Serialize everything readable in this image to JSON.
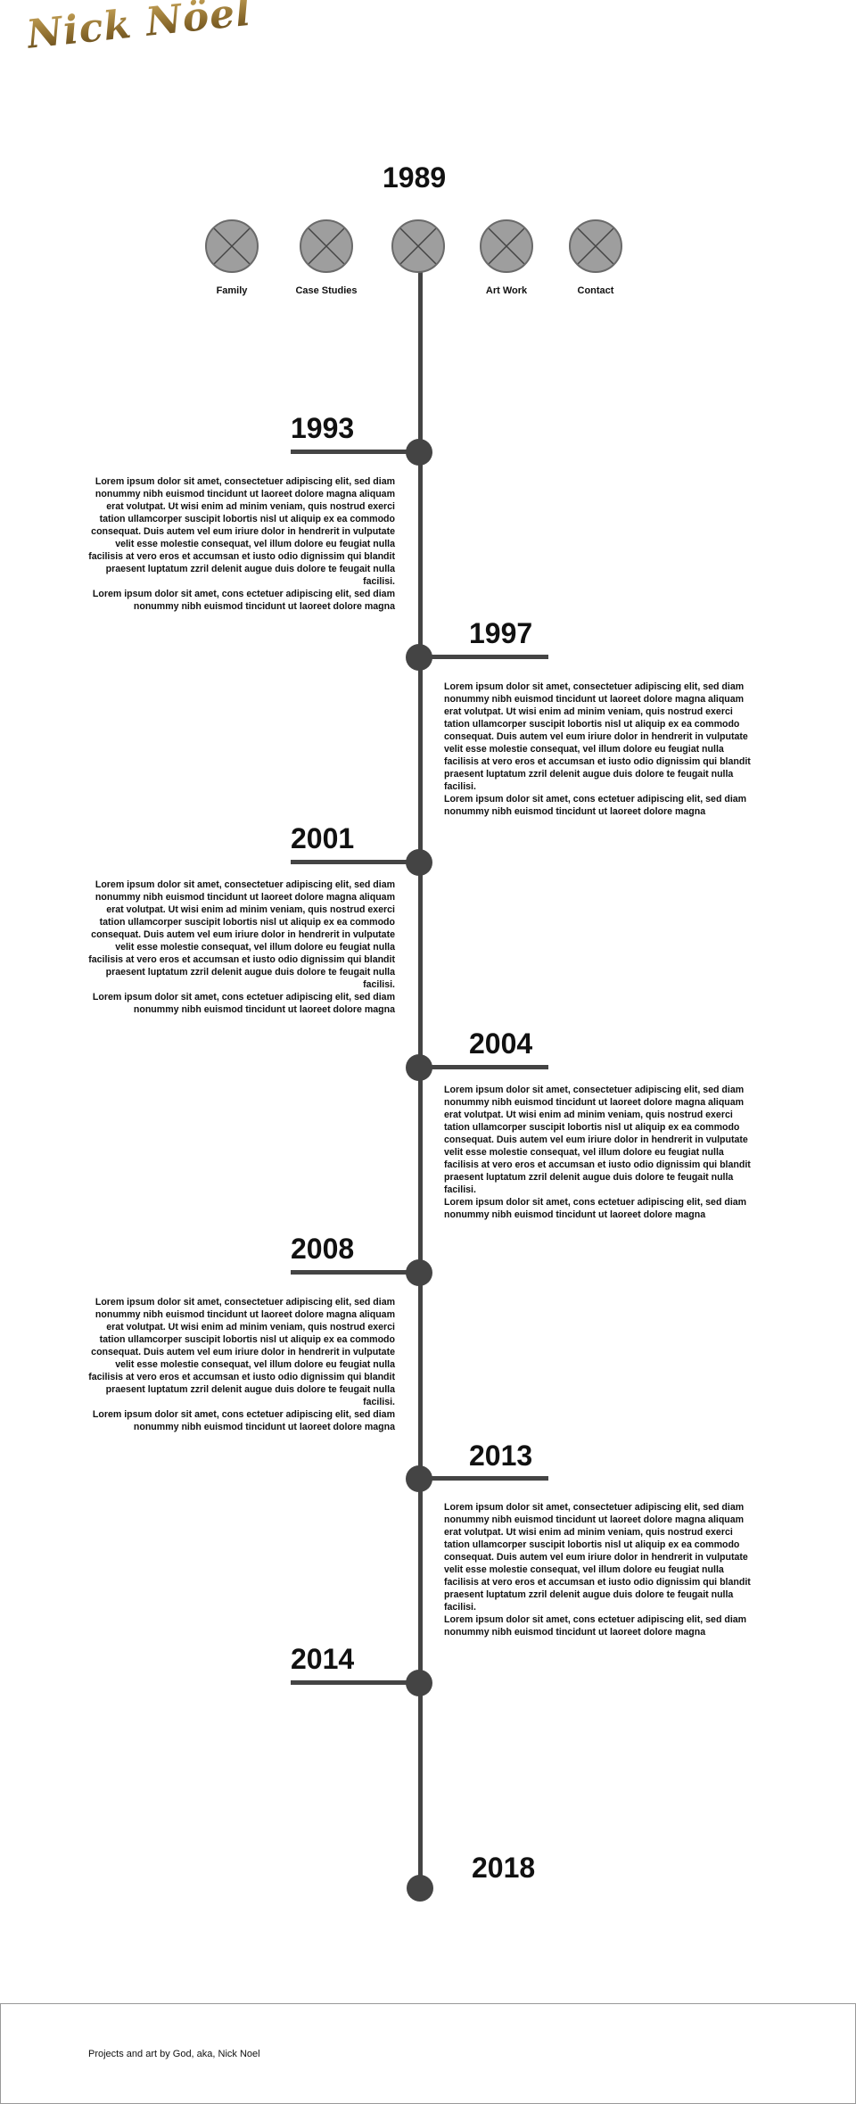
{
  "logo": {
    "text": "Nick Nöel"
  },
  "nav": [
    {
      "label": "Family",
      "icon": "placeholder-image-icon"
    },
    {
      "label": "Case Studies",
      "icon": "placeholder-image-icon"
    },
    {
      "label": "",
      "icon": "placeholder-image-icon"
    },
    {
      "label": "Art Work",
      "icon": "placeholder-image-icon"
    },
    {
      "label": "Contact",
      "icon": "placeholder-image-icon"
    }
  ],
  "timeline": {
    "start_year": "1989",
    "entries": [
      {
        "year": "1993",
        "text": "Lorem ipsum dolor sit amet, consectetuer adipiscing elit, sed diam nonummy nibh euismod tincidunt ut laoreet dolore magna aliquam erat volutpat. Ut wisi enim ad minim veniam, quis nostrud exerci tation ullamcorper suscipit lobortis nisl ut aliquip ex ea commodo consequat. Duis autem vel eum iriure dolor in hendrerit in vulputate velit esse molestie consequat, vel illum dolore eu feugiat nulla facilisis at vero eros et accumsan et iusto odio dignissim qui blandit praesent luptatum zzril delenit augue duis dolore te feugait nulla facilisi.",
        "text2": "Lorem ipsum dolor sit amet, cons ectetuer adipiscing elit, sed diam nonummy nibh euismod tincidunt ut laoreet dolore magna"
      },
      {
        "year": "1997",
        "text": "Lorem ipsum dolor sit amet, consectetuer adipiscing elit, sed diam nonummy nibh euismod tincidunt ut laoreet dolore magna aliquam erat volutpat. Ut wisi enim ad minim veniam, quis nostrud exerci tation ullamcorper suscipit lobortis nisl ut aliquip ex ea commodo consequat. Duis autem vel eum iriure dolor in hendrerit in vulputate velit esse molestie consequat, vel illum dolore eu feugiat nulla facilisis at vero eros et accumsan et iusto odio dignissim qui blandit praesent luptatum zzril delenit augue duis dolore te feugait nulla facilisi.",
        "text2": "Lorem ipsum dolor sit amet, cons ectetuer adipiscing elit, sed diam nonummy nibh euismod tincidunt ut laoreet dolore magna"
      },
      {
        "year": "2001",
        "text": "Lorem ipsum dolor sit amet, consectetuer adipiscing elit, sed diam nonummy nibh euismod tincidunt ut laoreet dolore magna aliquam erat volutpat. Ut wisi enim ad minim veniam, quis nostrud exerci tation ullamcorper suscipit lobortis nisl ut aliquip ex ea commodo consequat. Duis autem vel eum iriure dolor in hendrerit in vulputate velit esse molestie consequat, vel illum dolore eu feugiat nulla facilisis at vero eros et accumsan et iusto odio dignissim qui blandit praesent luptatum zzril delenit augue duis dolore te feugait nulla facilisi.",
        "text2": "Lorem ipsum dolor sit amet, cons ectetuer adipiscing elit, sed diam nonummy nibh euismod tincidunt ut laoreet dolore magna"
      },
      {
        "year": "2004",
        "text": "Lorem ipsum dolor sit amet, consectetuer adipiscing elit, sed diam nonummy nibh euismod tincidunt ut laoreet dolore magna aliquam erat volutpat. Ut wisi enim ad minim veniam, quis nostrud exerci tation ullamcorper suscipit lobortis nisl ut aliquip ex ea commodo consequat. Duis autem vel eum iriure dolor in hendrerit in vulputate velit esse molestie consequat, vel illum dolore eu feugiat nulla facilisis at vero eros et accumsan et iusto odio dignissim qui blandit praesent luptatum zzril delenit augue duis dolore te feugait nulla facilisi.",
        "text2": "Lorem ipsum dolor sit amet, cons ectetuer adipiscing elit, sed diam nonummy nibh euismod tincidunt ut laoreet dolore magna"
      },
      {
        "year": "2008",
        "text": "Lorem ipsum dolor sit amet, consectetuer adipiscing elit, sed diam nonummy nibh euismod tincidunt ut laoreet dolore magna aliquam erat volutpat. Ut wisi enim ad minim veniam, quis nostrud exerci tation ullamcorper suscipit lobortis nisl ut aliquip ex ea commodo consequat. Duis autem vel eum iriure dolor in hendrerit in vulputate velit esse molestie consequat, vel illum dolore eu feugiat nulla facilisis at vero eros et accumsan et iusto odio dignissim qui blandit praesent luptatum zzril delenit augue duis dolore te feugait nulla facilisi.",
        "text2": "Lorem ipsum dolor sit amet, cons ectetuer adipiscing elit, sed diam nonummy nibh euismod tincidunt ut laoreet dolore magna"
      },
      {
        "year": "2013",
        "text": "Lorem ipsum dolor sit amet, consectetuer adipiscing elit, sed diam nonummy nibh euismod tincidunt ut laoreet dolore magna aliquam erat volutpat. Ut wisi enim ad minim veniam, quis nostrud exerci tation ullamcorper suscipit lobortis nisl ut aliquip ex ea commodo consequat. Duis autem vel eum iriure dolor in hendrerit in vulputate velit esse molestie consequat, vel illum dolore eu feugiat nulla facilisis at vero eros et accumsan et iusto odio dignissim qui blandit praesent luptatum zzril delenit augue duis dolore te feugait nulla facilisi.",
        "text2": "Lorem ipsum dolor sit amet, cons ectetuer adipiscing elit, sed diam nonummy nibh euismod tincidunt ut laoreet dolore magna"
      },
      {
        "year": "2014"
      },
      {
        "year": "2018"
      }
    ]
  },
  "footer": {
    "text": "Projects and art by God, aka, Nick Noel"
  },
  "colors": {
    "line": "#444444",
    "placeholder_fill": "#9e9e9e",
    "logo_gold": "#9a7a3c"
  }
}
